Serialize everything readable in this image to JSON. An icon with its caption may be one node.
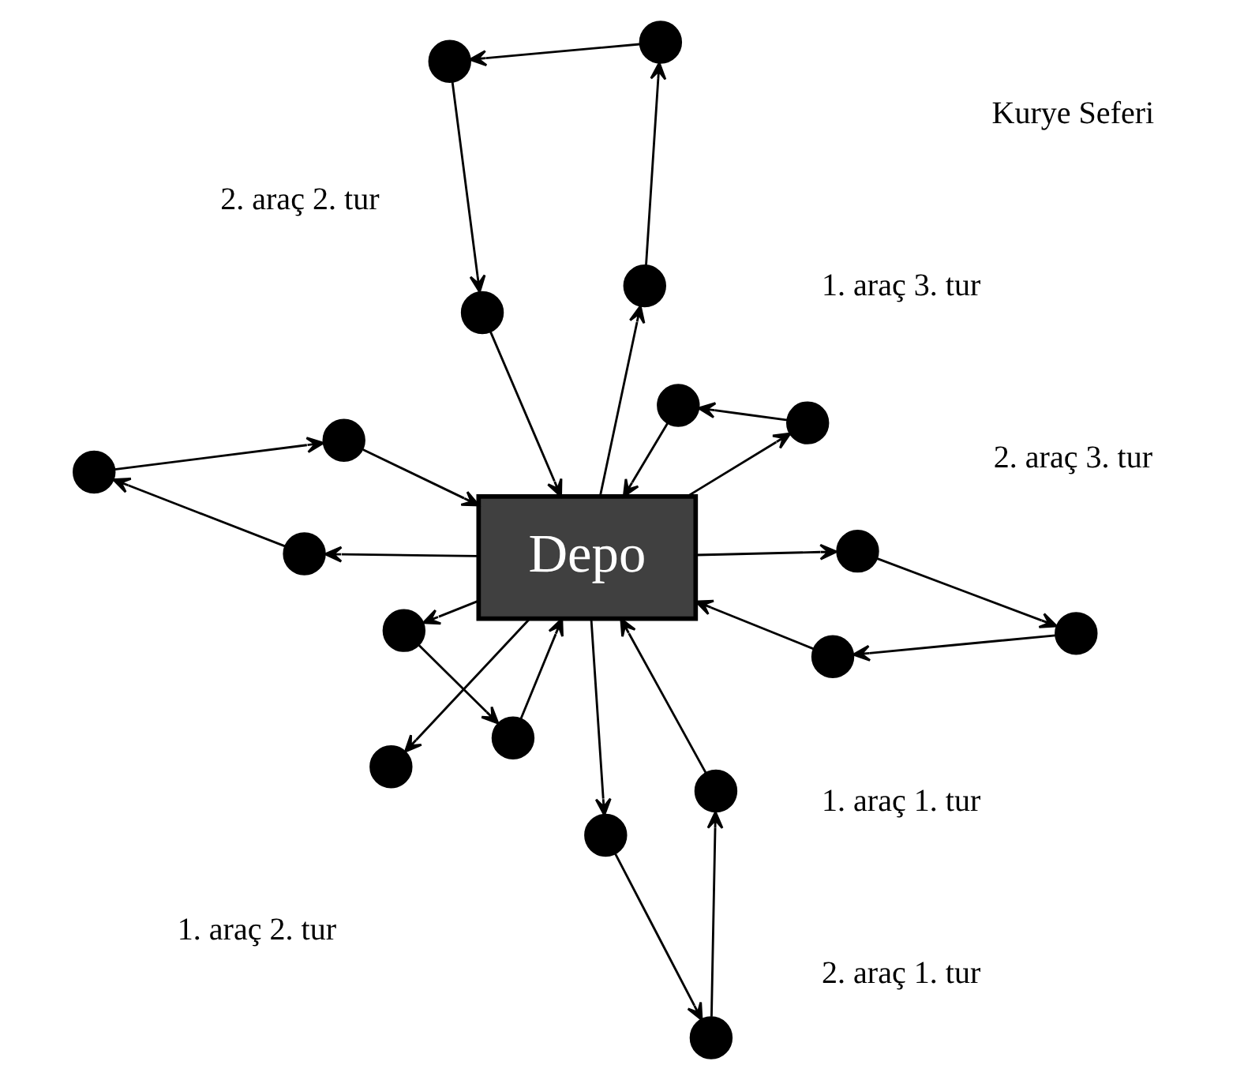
{
  "diagram": {
    "nodes": [
      {
        "text": [
          "Depo"
        ]
      },
      {
        "text": [],
        "shape": "circle"
      },
      {
        "text": [],
        "shape": "circle"
      },
      {
        "text": [],
        "shape": "circle"
      },
      {
        "text": [],
        "shape": "circle"
      },
      {
        "text": [],
        "shape": "circle"
      },
      {
        "text": [],
        "shape": "circle"
      },
      {
        "text": [],
        "shape": "circle"
      },
      {
        "text": [],
        "shape": "circle"
      },
      {
        "text": [],
        "shape": "circle"
      },
      {
        "text": [],
        "shape": "circle"
      },
      {
        "text": [],
        "shape": "circle"
      },
      {
        "text": [],
        "shape": "circle"
      },
      {
        "text": [],
        "shape": "circle"
      },
      {
        "text": [],
        "shape": "circle"
      },
      {
        "text": [],
        "shape": "circle"
      },
      {
        "text": [],
        "shape": "circle"
      },
      {
        "text": [],
        "shape": "circle"
      },
      {
        "text": [],
        "shape": "circle"
      }
    ],
    "edges": [
      {
        "from": 0,
        "to": 6,
        "arrow": "to"
      },
      {
        "from": 6,
        "to": 3,
        "arrow": "to"
      },
      {
        "from": 3,
        "to": 4,
        "arrow": "to"
      },
      {
        "from": 4,
        "to": 0,
        "arrow": "to"
      },
      {
        "from": 0,
        "to": 5,
        "arrow": "to"
      },
      {
        "from": 5,
        "to": 1,
        "arrow": "to"
      },
      {
        "from": 1,
        "to": 2,
        "arrow": "to"
      },
      {
        "from": 2,
        "to": 0,
        "arrow": "to"
      },
      {
        "from": 0,
        "to": 10,
        "arrow": "to"
      },
      {
        "from": 0,
        "to": 11,
        "arrow": "to"
      },
      {
        "from": 11,
        "to": 15,
        "arrow": "to"
      },
      {
        "from": 15,
        "to": 0,
        "arrow": "to"
      },
      {
        "from": 0,
        "to": 8,
        "arrow": "to"
      },
      {
        "from": 8,
        "to": 7,
        "arrow": "to"
      },
      {
        "from": 7,
        "to": 9,
        "arrow": "to"
      },
      {
        "from": 9,
        "to": 0,
        "arrow": "to"
      },
      {
        "from": 0,
        "to": 12,
        "arrow": "to"
      },
      {
        "from": 12,
        "to": 14,
        "arrow": "to"
      },
      {
        "from": 14,
        "to": 0,
        "arrow": "to"
      },
      {
        "from": 0,
        "to": 13,
        "arrow": "to"
      },
      {
        "from": 13,
        "to": 17,
        "arrow": "to"
      },
      {
        "from": 17,
        "to": 18,
        "arrow": "to"
      },
      {
        "from": 18,
        "to": 16,
        "arrow": "to"
      },
      {
        "from": 16,
        "to": 0,
        "arrow": "to"
      }
    ],
    "labels": [
      "1. araç 3. tur",
      "1. araç 1. tur",
      "2. araç 3. tur",
      "Kurye Seferi",
      "2. araç 2. tur",
      "1. araç 2. tur",
      "2. araç 1. tur"
    ]
  }
}
